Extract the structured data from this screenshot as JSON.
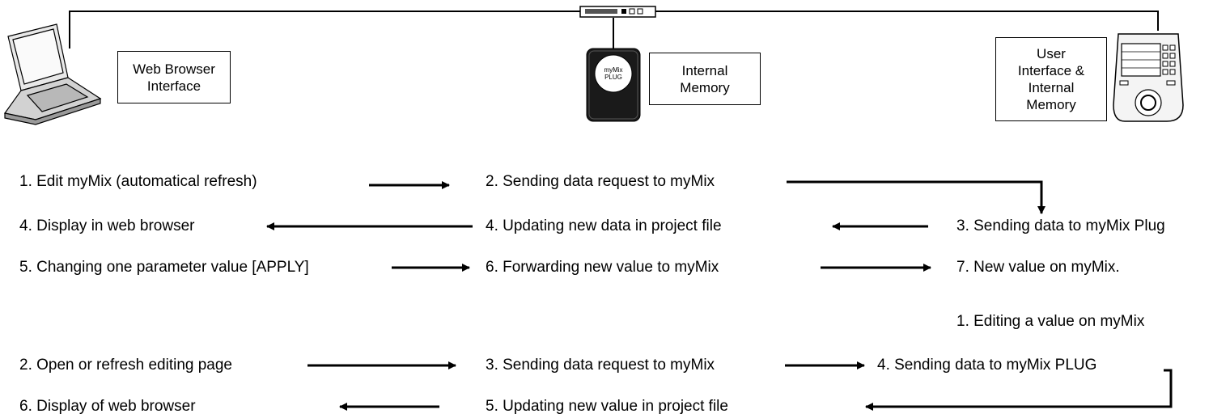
{
  "devices": {
    "laptop": {
      "icon": "laptop-icon",
      "label": "Web Browser\nInterface"
    },
    "plug": {
      "icon": "mymix-plug-icon",
      "device_text": "myMix\nPLUG",
      "label": "Internal\nMemory"
    },
    "mixer": {
      "icon": "mymix-device-icon",
      "label": "User\nInterface &\nInternal\nMemory"
    },
    "switch": {
      "icon": "network-switch-icon"
    }
  },
  "flows": [
    {
      "id": "s1",
      "text": "1. Edit myMix (automatical refresh)"
    },
    {
      "id": "s2",
      "text": "2. Sending data request to myMix"
    },
    {
      "id": "s3",
      "text": "3. Sending data to myMix Plug"
    },
    {
      "id": "s4",
      "text": "4. Updating new data in project file"
    },
    {
      "id": "s5",
      "text": "4. Display in web browser"
    },
    {
      "id": "s6",
      "text": "5. Changing one parameter value [APPLY]"
    },
    {
      "id": "s7",
      "text": "6. Forwarding new value to myMix"
    },
    {
      "id": "s8",
      "text": "7. New value on myMix."
    },
    {
      "id": "s9",
      "text": "1. Editing a value on myMix"
    },
    {
      "id": "s10",
      "text": "2. Open or refresh editing page"
    },
    {
      "id": "s11",
      "text": "3. Sending data request to myMix"
    },
    {
      "id": "s12",
      "text": "4. Sending data to myMix PLUG"
    },
    {
      "id": "s13",
      "text": "5. Updating new value in project file"
    },
    {
      "id": "s14",
      "text": "6. Display of web browser"
    }
  ],
  "colors": {
    "line": "#000000",
    "plug_body": "#1a1a1a",
    "device_body": "#f4f4f4"
  }
}
